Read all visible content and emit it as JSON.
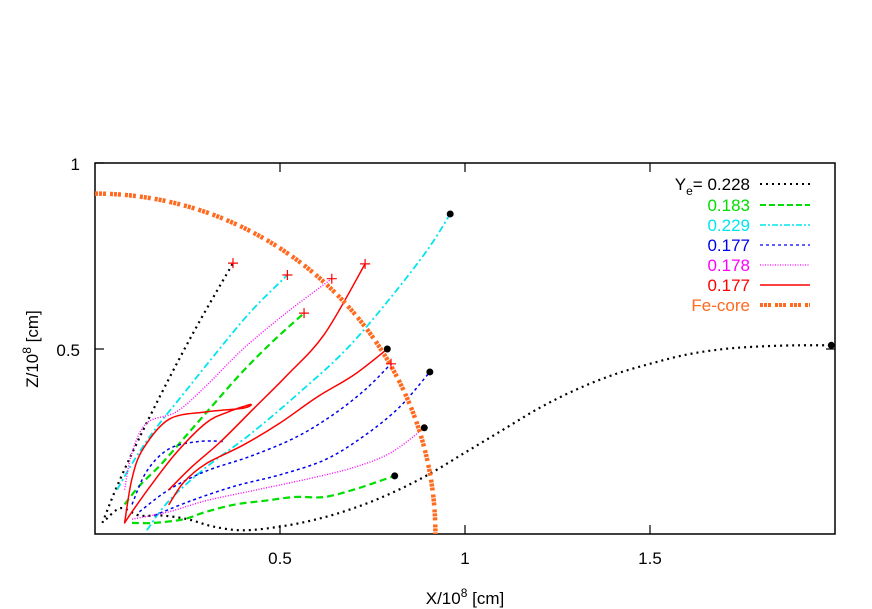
{
  "chart_data": {
    "type": "line",
    "title": "",
    "xlabel": "X/10^8 [cm]",
    "ylabel": "Z/10^8 [cm]",
    "xlim": [
      0,
      2
    ],
    "ylim": [
      0,
      1
    ],
    "grid": false,
    "legend_position": "top-right",
    "x_ticks": [
      0.5,
      1,
      1.5
    ],
    "x_tick_labels": [
      "0.5",
      "1",
      "1.5"
    ],
    "y_ticks": [
      0.5,
      1
    ],
    "y_tick_labels": [
      "0.5",
      "1"
    ],
    "legend_title": "Y",
    "legend_title_sub": "e",
    "series": [
      {
        "name": "0.228",
        "color": "#000000",
        "style": "dotted",
        "trajectories": [
          {
            "points": [
              [
                0.02,
                0.03
              ],
              [
                0.06,
                0.13
              ],
              [
                0.12,
                0.26
              ],
              [
                0.2,
                0.42
              ],
              [
                0.28,
                0.57
              ],
              [
                0.373,
                0.732
              ]
            ],
            "end_marker": "plus"
          },
          {
            "points": [
              [
                0.03,
                0.04
              ],
              [
                0.07,
                0.07
              ],
              [
                0.12,
                0.05
              ],
              [
                0.18,
                0.05
              ],
              [
                0.25,
                0.04
              ],
              [
                0.32,
                0.02
              ],
              [
                0.4,
                0.01
              ],
              [
                0.5,
                0.02
              ],
              [
                0.6,
                0.04
              ],
              [
                0.7,
                0.07
              ],
              [
                0.8,
                0.11
              ],
              [
                0.9,
                0.16
              ],
              [
                1.0,
                0.22
              ],
              [
                1.1,
                0.28
              ],
              [
                1.2,
                0.34
              ],
              [
                1.3,
                0.39
              ],
              [
                1.4,
                0.43
              ],
              [
                1.5,
                0.46
              ],
              [
                1.6,
                0.485
              ],
              [
                1.7,
                0.5
              ],
              [
                1.8,
                0.507
              ],
              [
                1.9,
                0.51
              ],
              [
                1.99,
                0.51
              ]
            ],
            "end_marker": "dot"
          }
        ]
      },
      {
        "name": "0.183",
        "color": "#00dd00",
        "style": "dashed",
        "trajectories": [
          {
            "points": [
              [
                0.08,
                0.08
              ],
              [
                0.12,
                0.13
              ],
              [
                0.18,
                0.19
              ],
              [
                0.25,
                0.27
              ],
              [
                0.32,
                0.35
              ],
              [
                0.4,
                0.44
              ],
              [
                0.48,
                0.52
              ],
              [
                0.565,
                0.597
              ]
            ],
            "end_marker": "plus"
          },
          {
            "points": [
              [
                0.1,
                0.03
              ],
              [
                0.16,
                0.03
              ],
              [
                0.24,
                0.04
              ],
              [
                0.3,
                0.06
              ],
              [
                0.38,
                0.08
              ],
              [
                0.46,
                0.09
              ],
              [
                0.54,
                0.1
              ],
              [
                0.62,
                0.1
              ],
              [
                0.7,
                0.12
              ],
              [
                0.76,
                0.14
              ],
              [
                0.81,
                0.157
              ]
            ],
            "end_marker": "dot"
          }
        ]
      },
      {
        "name": "0.229",
        "color": "#00e5ee",
        "style": "dash-dot",
        "trajectories": [
          {
            "points": [
              [
                0.06,
                0.12
              ],
              [
                0.1,
                0.19
              ],
              [
                0.16,
                0.28
              ],
              [
                0.24,
                0.38
              ],
              [
                0.32,
                0.48
              ],
              [
                0.42,
                0.6
              ],
              [
                0.52,
                0.7
              ]
            ],
            "end_marker": "plus"
          },
          {
            "points": [
              [
                0.14,
                0.01
              ],
              [
                0.2,
                0.09
              ],
              [
                0.3,
                0.18
              ],
              [
                0.42,
                0.27
              ],
              [
                0.55,
                0.38
              ],
              [
                0.68,
                0.5
              ],
              [
                0.8,
                0.64
              ],
              [
                0.9,
                0.77
              ],
              [
                0.96,
                0.865
              ]
            ],
            "end_marker": "dot"
          }
        ]
      },
      {
        "name": "0.177",
        "color": "#0000ee",
        "style": "dashed-fine",
        "trajectories": [
          {
            "points": [
              [
                0.1,
                0.08
              ],
              [
                0.14,
                0.17
              ],
              [
                0.2,
                0.23
              ],
              [
                0.28,
                0.25
              ],
              [
                0.35,
                0.25
              ]
            ],
            "end_marker": "none"
          },
          {
            "points": [
              [
                0.12,
                0.06
              ],
              [
                0.2,
                0.12
              ],
              [
                0.3,
                0.17
              ],
              [
                0.42,
                0.21
              ],
              [
                0.54,
                0.26
              ],
              [
                0.64,
                0.32
              ],
              [
                0.73,
                0.39
              ],
              [
                0.8,
                0.46
              ]
            ],
            "end_marker": "plus"
          },
          {
            "points": [
              [
                0.16,
                0.05
              ],
              [
                0.26,
                0.09
              ],
              [
                0.38,
                0.13
              ],
              [
                0.5,
                0.16
              ],
              [
                0.62,
                0.2
              ],
              [
                0.72,
                0.26
              ],
              [
                0.82,
                0.34
              ],
              [
                0.905,
                0.438
              ]
            ],
            "end_marker": "dot"
          }
        ]
      },
      {
        "name": "0.178",
        "color": "#ff00ff",
        "style": "dotted-fine",
        "trajectories": [
          {
            "points": [
              [
                0.08,
                0.12
              ],
              [
                0.1,
                0.22
              ],
              [
                0.14,
                0.3
              ],
              [
                0.22,
                0.33
              ],
              [
                0.3,
                0.4
              ],
              [
                0.4,
                0.5
              ],
              [
                0.52,
                0.6
              ],
              [
                0.64,
                0.69
              ]
            ],
            "end_marker": "plus"
          },
          {
            "points": [
              [
                0.1,
                0.04
              ],
              [
                0.2,
                0.06
              ],
              [
                0.3,
                0.09
              ],
              [
                0.44,
                0.12
              ],
              [
                0.58,
                0.15
              ],
              [
                0.7,
                0.18
              ],
              [
                0.8,
                0.22
              ],
              [
                0.89,
                0.287
              ]
            ],
            "end_marker": "dot"
          }
        ]
      },
      {
        "name": "0.177",
        "color": "#ff0000",
        "style": "solid",
        "trajectories": [
          {
            "points": [
              [
                0.08,
                0.03
              ],
              [
                0.1,
                0.15
              ],
              [
                0.13,
                0.23
              ],
              [
                0.2,
                0.31
              ],
              [
                0.3,
                0.33
              ],
              [
                0.4,
                0.34
              ],
              [
                0.42,
                0.35
              ],
              [
                0.36,
                0.33
              ],
              [
                0.3,
                0.3
              ],
              [
                0.22,
                0.22
              ],
              [
                0.15,
                0.13
              ],
              [
                0.1,
                0.06
              ],
              [
                0.08,
                0.03
              ]
            ],
            "end_marker": "none"
          },
          {
            "points": [
              [
                0.2,
                0.12
              ],
              [
                0.26,
                0.18
              ],
              [
                0.34,
                0.25
              ],
              [
                0.43,
                0.34
              ],
              [
                0.52,
                0.43
              ],
              [
                0.62,
                0.54
              ],
              [
                0.73,
                0.73
              ]
            ],
            "end_marker": "plus"
          },
          {
            "points": [
              [
                0.2,
                0.08
              ],
              [
                0.24,
                0.14
              ],
              [
                0.3,
                0.19
              ],
              [
                0.4,
                0.24
              ],
              [
                0.5,
                0.3
              ],
              [
                0.6,
                0.37
              ],
              [
                0.7,
                0.43
              ],
              [
                0.79,
                0.5
              ]
            ],
            "end_marker": "dot"
          }
        ]
      },
      {
        "name": "Fe-core",
        "color": "#ff6a1f",
        "style": "thick-dotted",
        "radius": 0.92
      }
    ]
  },
  "legend": {
    "title_main": "Y",
    "title_sub": "e",
    "title_eq": "= ",
    "items": [
      {
        "label": "0.228",
        "color": "#000000"
      },
      {
        "label": "0.183",
        "color": "#00dd00"
      },
      {
        "label": "0.229",
        "color": "#00e5ee"
      },
      {
        "label": "0.177",
        "color": "#0000ee"
      },
      {
        "label": "0.178",
        "color": "#ff00ff"
      },
      {
        "label": "0.177",
        "color": "#ff0000"
      },
      {
        "label": "Fe-core",
        "color": "#ff6a1f"
      }
    ]
  },
  "axes": {
    "x_label_main": "X/10",
    "x_label_sup": "8",
    "x_label_unit": " [cm]",
    "y_label_main": "Z/10",
    "y_label_sup": "8",
    "y_label_unit": " [cm]",
    "y_top_label": "1",
    "y_mid_label": "0.5",
    "x_labels": [
      "0.5",
      "1",
      "1.5"
    ]
  }
}
